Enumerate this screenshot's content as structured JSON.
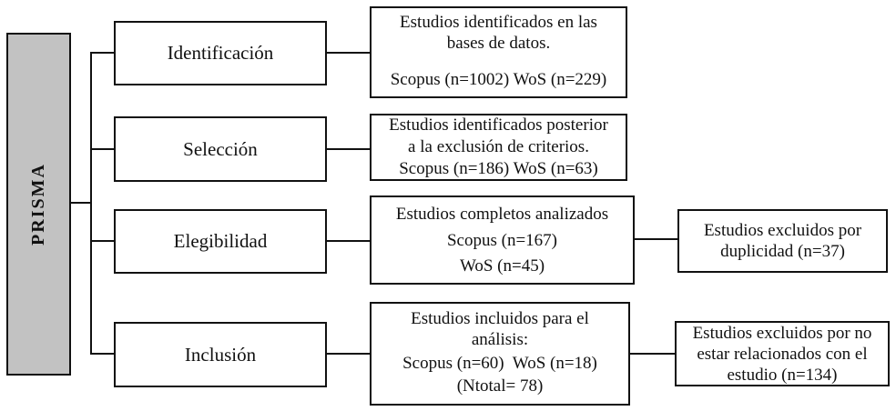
{
  "diagram_title": "PRISMA",
  "colors": {
    "bar_fill": "#c2c2c2",
    "line_color": "#111111",
    "box_bg": "#ffffff",
    "text_color": "#111111"
  },
  "stages": [
    {
      "label": "Identificación"
    },
    {
      "label": "Selección"
    },
    {
      "label": "Elegibilidad"
    },
    {
      "label": "Inclusión"
    }
  ],
  "detail_boxes": [
    {
      "lines": [
        "Estudios identificados en las",
        "bases de datos."
      ],
      "stats": "Scopus (n=1002) WoS (n=229)"
    },
    {
      "lines": [
        "Estudios identificados posterior",
        "a la exclusión de criterios.",
        "Scopus (n=186) WoS (n=63)"
      ]
    },
    {
      "lines": [
        "Estudios completos analizados",
        "Scopus (n=167)",
        "WoS (n=45)"
      ]
    },
    {
      "lines": [
        "Estudios incluidos para el",
        "análisis:"
      ],
      "stats": "Scopus (n=60)  WoS (n=18)",
      "total": "(Ntotal= 78)"
    }
  ],
  "exclusion_boxes": [
    {
      "lines": [
        "Estudios excluidos por",
        "duplicidad (n=37)"
      ]
    },
    {
      "lines": [
        "Estudios excluidos por no",
        "estar relacionados con el",
        "estudio (n=134)"
      ]
    }
  ]
}
